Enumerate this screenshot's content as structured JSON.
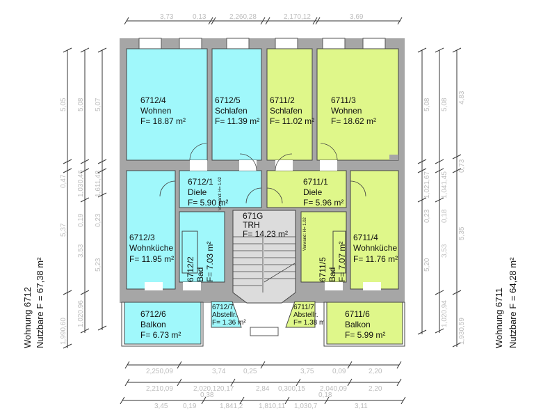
{
  "colors": {
    "apartment_6712": "#a0f8fb",
    "apartment_6711": "#dff78a",
    "staircase": "#dcdcdc",
    "wall": "#a6a6a6"
  },
  "rooms": {
    "r6712_4": {
      "id": "6712/4",
      "name": "Wohnen",
      "area": "F= 18.87 m²"
    },
    "r6712_5": {
      "id": "6712/5",
      "name": "Schlafen",
      "area": "F= 11.39 m²"
    },
    "r6711_2": {
      "id": "6711/2",
      "name": "Schlafen",
      "area": "F= 11.02 m²"
    },
    "r6711_3": {
      "id": "6711/3",
      "name": "Wohnen",
      "area": "F= 18.62 m²"
    },
    "r6712_1": {
      "id": "6712/1",
      "name": "Diele",
      "area": "F= 5.90 m²"
    },
    "r6711_1": {
      "id": "6711/1",
      "name": "Diele",
      "area": "F= 5.96 m²"
    },
    "r6712_3": {
      "id": "6712/3",
      "name": "Wohnküche",
      "area": "F= 11.95 m²"
    },
    "r6711_4": {
      "id": "6711/4",
      "name": "Wohnküche",
      "area": "F= 11.76 m²"
    },
    "r6712_2": {
      "id": "6712/2",
      "name": "Bad",
      "area": "F= 7.03 m²"
    },
    "r6711_5": {
      "id": "6711/5",
      "name": "Bad",
      "area": "F= 7.07 m²"
    },
    "r671G": {
      "id": "671G",
      "name": "TRH",
      "area": "F= 14.23 m²"
    },
    "r6712_7": {
      "id": "6712/7",
      "name": "Abstellr.",
      "area": "F= 1.36 m²"
    },
    "r6711_7": {
      "id": "6711/7",
      "name": "Abstellr.",
      "area": "F= 1.38 m²"
    },
    "r6712_6": {
      "id": "6712/6",
      "name": "Balkon",
      "area": "F= 6.73 m²"
    },
    "r6711_6": {
      "id": "6711/6",
      "name": "Balkon",
      "area": "F= 5.99 m²"
    }
  },
  "vorwand": [
    "Vorwand: H= 1.02",
    "Vorwand: H= 1.02"
  ],
  "summary": {
    "left": {
      "unit": "Wohnung 6712",
      "area": "Nutzbare F = 67,38 m²"
    },
    "right": {
      "unit": "Wohnung 6711",
      "area": "Nutzbare F = 64,28 m²"
    }
  },
  "dimensions": {
    "top": [
      "3,73",
      "0,13",
      "2,260,28",
      "2,170,12",
      "3,69"
    ],
    "bottom1": [
      "2,250,09",
      "3,74",
      "0,25",
      "3,75",
      "0,09",
      "2,20"
    ],
    "bottom2": [
      "2,210,09",
      "2,020,120,17",
      "2,84",
      "0,300,15",
      "2,040,09",
      "2,20"
    ],
    "bottom3": [
      "3,45",
      "0,19",
      "0,38",
      "1,841,2",
      "1,810,11",
      "1,030,7",
      "0,18",
      "3,11"
    ],
    "left1": [
      "5,05",
      "0,47",
      "5,37",
      "1,990,60"
    ],
    "left2": [
      "5,08",
      "1,030,46",
      "0,19",
      "3,53",
      "1,020,96"
    ],
    "left3": [
      "5,07",
      "1,611,48",
      "0,23",
      "5,23"
    ],
    "right1": [
      "5,08",
      "1,021,67",
      "0,23",
      "5,20"
    ],
    "right2": [
      "5,08",
      "1,041,45",
      "0,18",
      "3,53",
      "1,020,94"
    ],
    "right3": [
      "4,83",
      "0,73",
      "5,35",
      "1,930,59"
    ]
  }
}
